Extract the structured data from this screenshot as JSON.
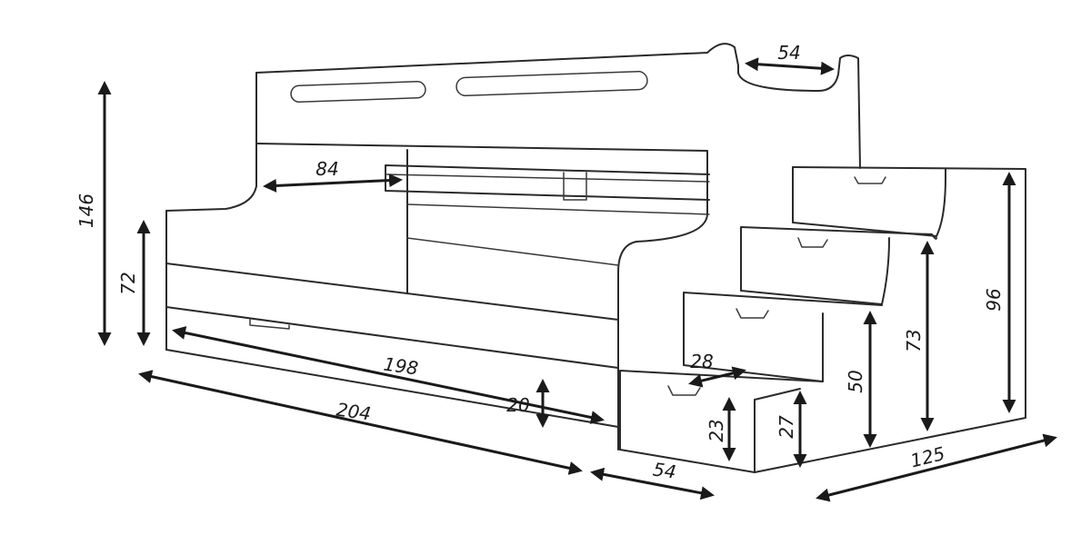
{
  "dimensions": {
    "total_height": "146",
    "lower_bed_height": "72",
    "upper_opening_width": "84",
    "top_step_width": "54",
    "bed_length": "198",
    "total_length": "204",
    "drawer_height": "20",
    "stairs_depth": "54",
    "step_depth": "28",
    "first_step_height": "23",
    "first_step_top": "27",
    "second_step_height": "50",
    "third_step_height": "73",
    "stairs_height": "96",
    "stairs_width": "125"
  },
  "colors": {
    "outline": "#2a2a2a",
    "dimension_arrow": "#1a1a1a",
    "background": "#ffffff"
  }
}
